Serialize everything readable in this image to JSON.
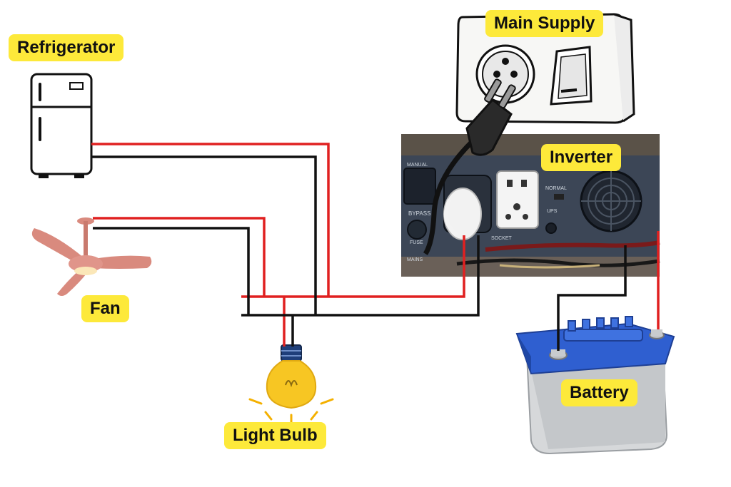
{
  "labels": {
    "refrigerator": "Refrigerator",
    "fan": "Fan",
    "light_bulb": "Light Bulb",
    "main_supply": "Main Supply",
    "inverter": "Inverter",
    "battery": "Battery"
  },
  "inverter_panel": {
    "manual": "MANUAL",
    "bypass": "BYPASS",
    "fuse": "FUSE",
    "mains": "MAINS",
    "normal": "NORMAL",
    "ups": "UPS",
    "socket": "SOCKET"
  },
  "colors": {
    "live_wire": "#e02020",
    "neutral_wire": "#111111",
    "label_bg": "#fde93a",
    "battery_lid": "#2f5fd0",
    "fan_blade": "#d98a7e"
  }
}
